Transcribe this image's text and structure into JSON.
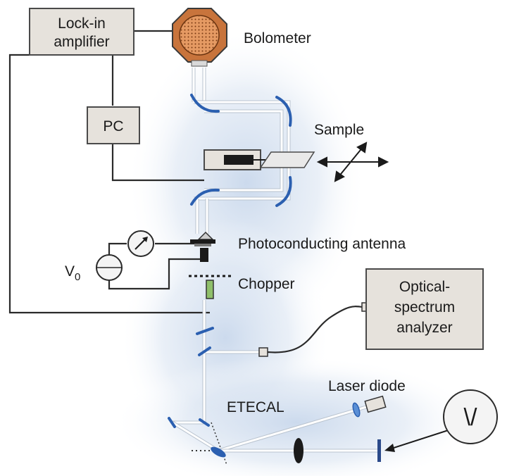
{
  "labels": {
    "lockin_line1": "Lock-in",
    "lockin_line2": "amplifier",
    "pc": "PC",
    "bolometer": "Bolometer",
    "sample": "Sample",
    "antenna": "Photoconducting antenna",
    "voltage": "V",
    "voltage_sub": "0",
    "chopper": "Chopper",
    "osa_line1": "Optical-",
    "osa_line2": "spectrum",
    "osa_line3": "analyzer",
    "etecal": "ETECAL",
    "laser": "Laser diode",
    "voltmeter_symbol": "\\/"
  },
  "colors": {
    "glow": "#c9d8ec",
    "mirror": "#2b5fb0",
    "box_fill": "#e6e2dc",
    "bolometer": "#c8743c",
    "detector_green": "#8fbf6a"
  }
}
